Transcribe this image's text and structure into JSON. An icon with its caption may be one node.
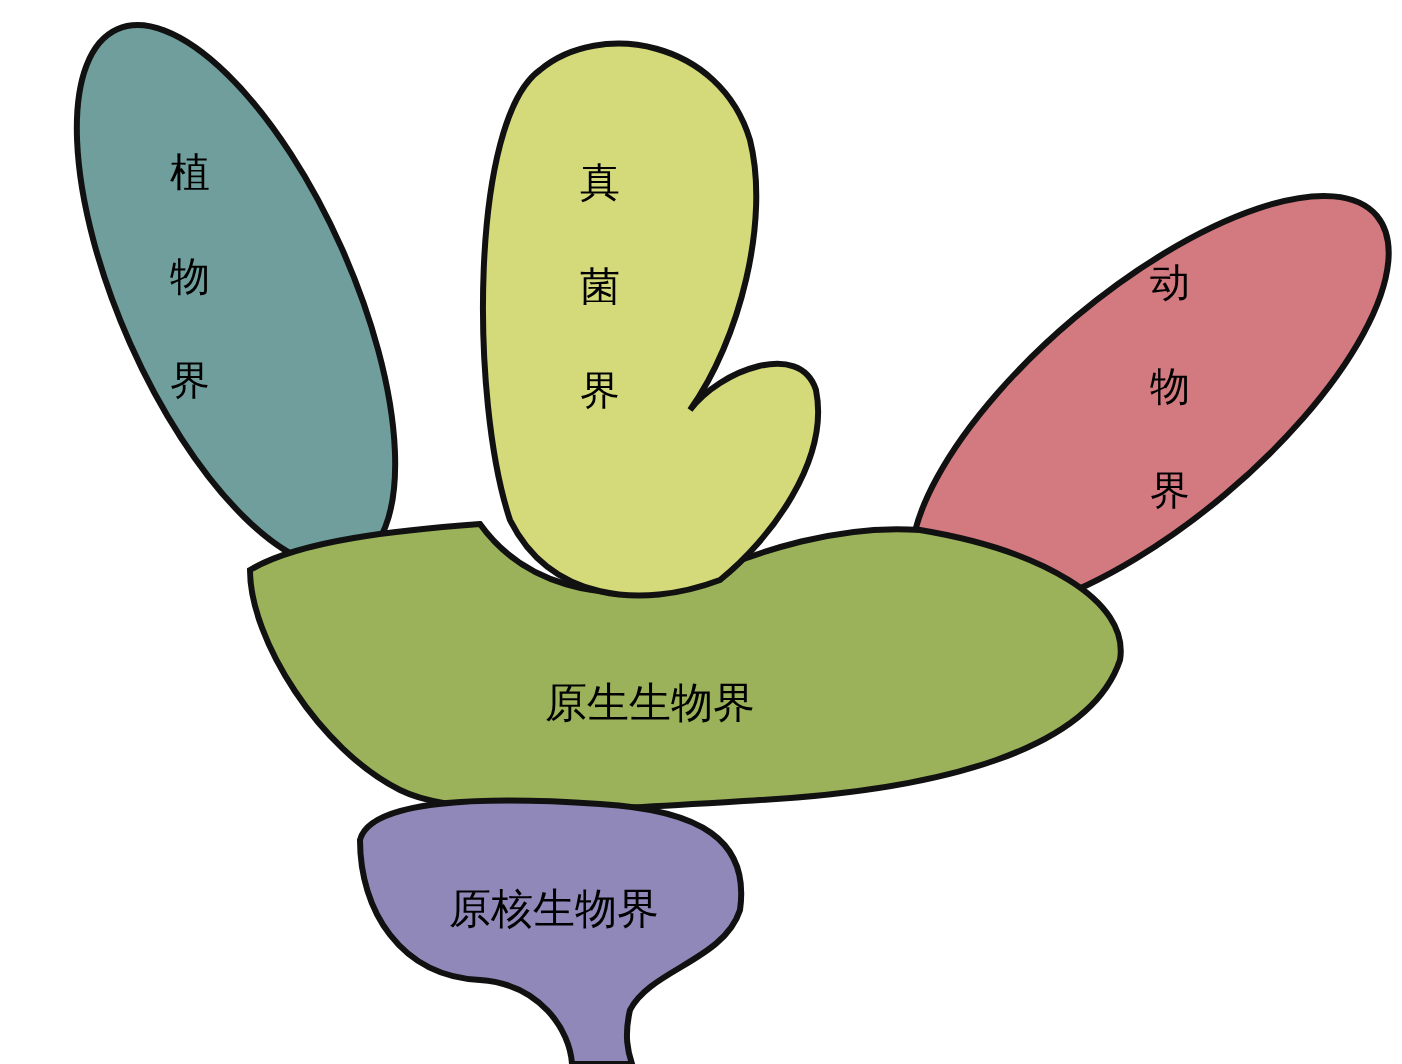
{
  "diagram": {
    "nodes": [
      {
        "text": [
          "植物界"
        ]
      },
      {
        "text": [
          "真菌界"
        ]
      },
      {
        "text": [
          "动物界"
        ]
      },
      {
        "text": [
          "原生生物界"
        ]
      },
      {
        "text": [
          "原核生物界"
        ]
      }
    ]
  }
}
